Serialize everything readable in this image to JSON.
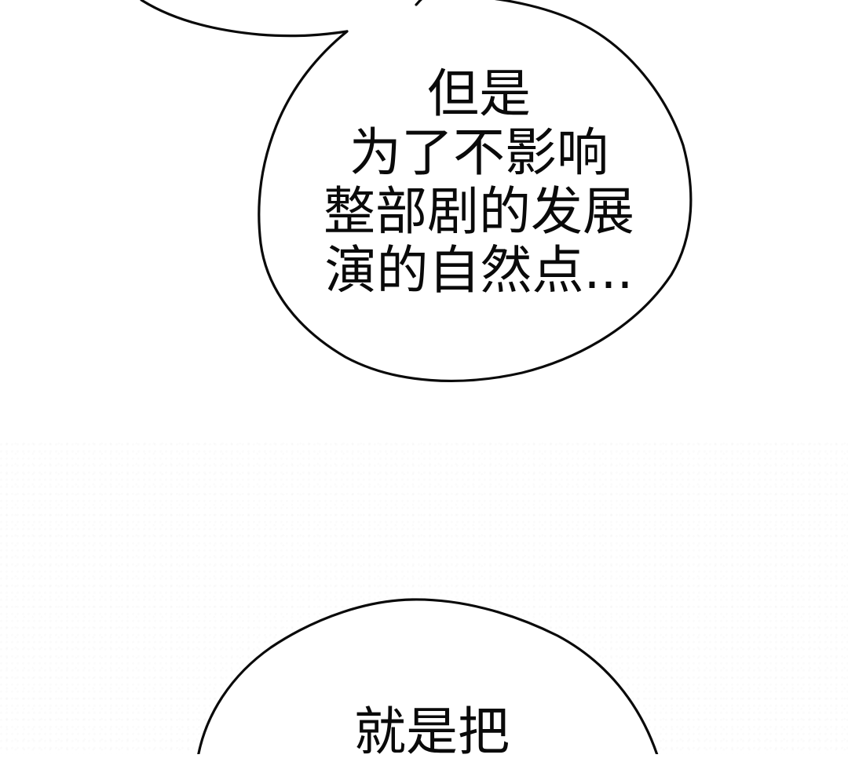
{
  "panel": {
    "background_color": "#ffffff",
    "ink_color": "#0a0a0a"
  },
  "bubble_top": {
    "lines": [
      "但是",
      "为了不影响",
      "整部剧的发展",
      "演的自然点..."
    ]
  },
  "bubble_bottom": {
    "lines": [
      "就是把"
    ]
  }
}
